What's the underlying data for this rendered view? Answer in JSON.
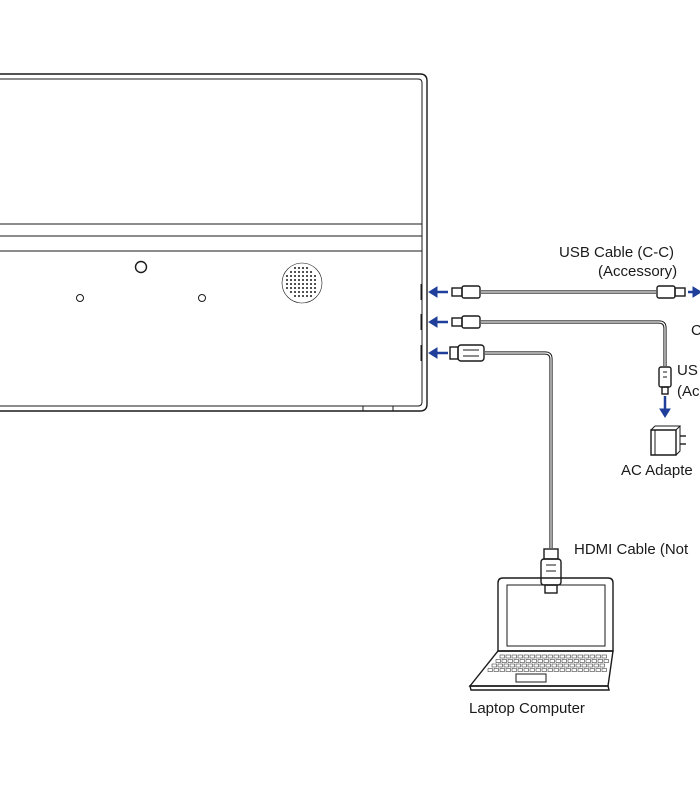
{
  "labels": {
    "usb_cc_line1": "USB Cable (C-C)",
    "usb_cc_line2": "(Accessory)",
    "usb_cut_line1": "US",
    "usb_cut_line2": "(Ac",
    "right_cut_c": "C",
    "ac_adapter": "AC Adapte",
    "hdmi_cable": "HDMI Cable (Not",
    "laptop": "Laptop Computer"
  },
  "colors": {
    "arrow": "#1f3f9a",
    "line": "#1a1a1a"
  }
}
